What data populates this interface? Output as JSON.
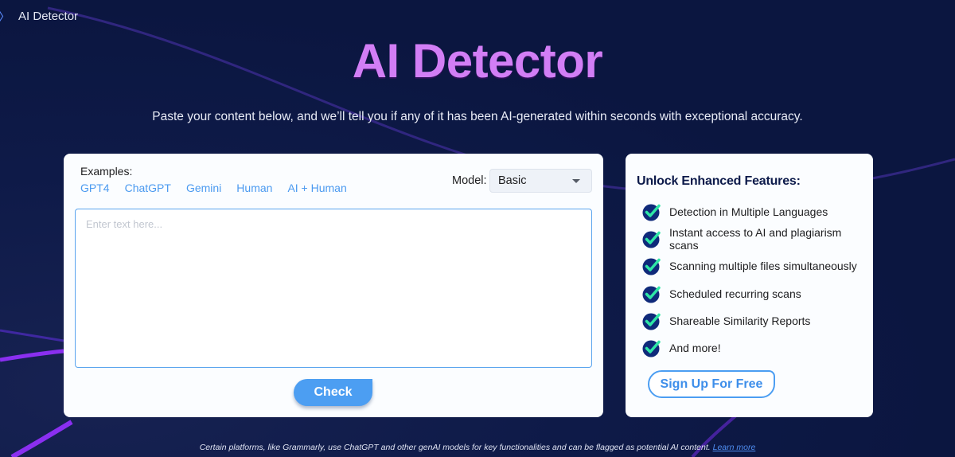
{
  "breadcrumb": {
    "chevron_icon": "chevron-right-icon",
    "current": "AI Detector"
  },
  "hero": {
    "title": "AI Detector",
    "subtitle": "Paste your content below, and we’ll tell you if any of it has been AI-generated within seconds with exceptional accuracy."
  },
  "detector": {
    "examples_label": "Examples:",
    "examples": [
      "GPT4",
      "ChatGPT",
      "Gemini",
      "Human",
      "AI + Human"
    ],
    "model_label": "Model:",
    "model_selected": "Basic",
    "text_input": {
      "value": "",
      "placeholder": "Enter text here..."
    },
    "check_label": "Check"
  },
  "features": {
    "title": "Unlock Enhanced Features:",
    "icon": "check-circle-icon",
    "items": [
      "Detection in Multiple Languages",
      "Instant access to AI and plagiarism scans",
      "Scanning multiple files simultaneously",
      "Scheduled recurring scans",
      "Shareable Similarity Reports",
      "And more!"
    ],
    "signup_label": "Sign Up For Free"
  },
  "footnote": {
    "text": "Certain platforms, like Grammarly, use ChatGPT and other genAI models for key functionalities and can be flagged as potential AI content.",
    "link": "Learn more"
  },
  "colors": {
    "background": "#0c1640",
    "title": "#d27ef5",
    "accent_blue": "#4c9ef2",
    "check_circle": "#0f2a7a",
    "check_mark": "#2ee6a6",
    "accent_line": "#7b2bf0"
  }
}
